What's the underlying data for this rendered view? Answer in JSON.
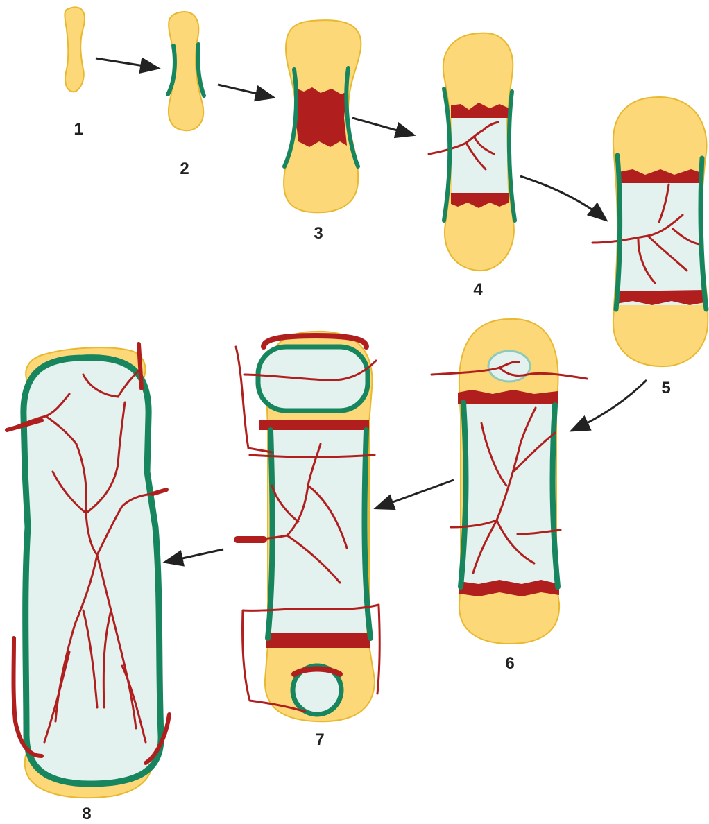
{
  "stages": [
    {
      "label": "1"
    },
    {
      "label": "2"
    },
    {
      "label": "3"
    },
    {
      "label": "4"
    },
    {
      "label": "5"
    },
    {
      "label": "6"
    },
    {
      "label": "7"
    },
    {
      "label": "8"
    }
  ],
  "colors": {
    "cartilage": "#FCD878",
    "cartilage_outline": "#E8B830",
    "bone_collar": "#17855E",
    "marrow": "#E3F2EF",
    "vessel": "#B01E1E",
    "arrow": "#222222"
  }
}
